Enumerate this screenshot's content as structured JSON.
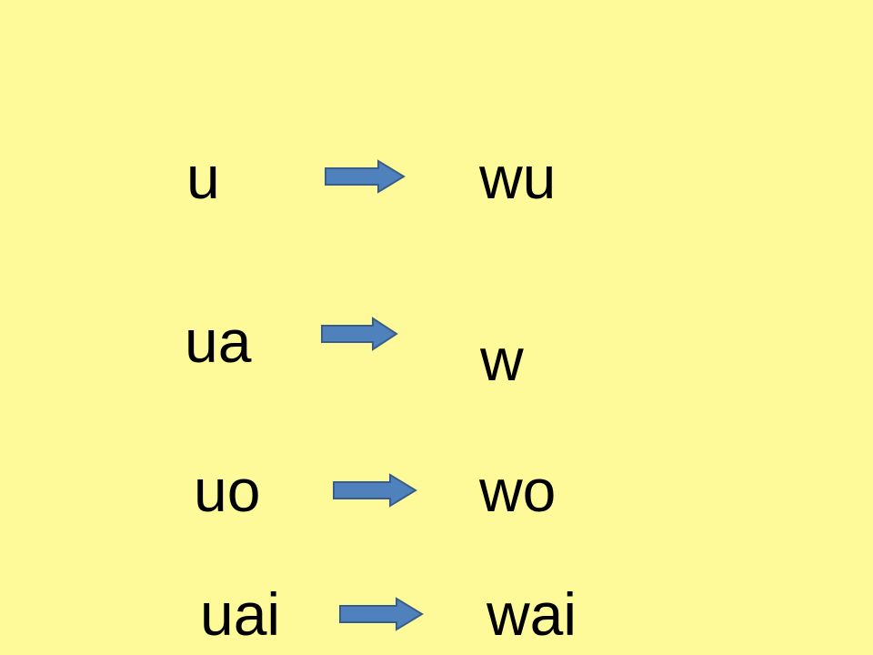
{
  "slide": {
    "background_color": "#FFFA99",
    "text_color": "#000000",
    "arrow_fill": "#4F81BD",
    "arrow_stroke": "#385D8A"
  },
  "rows": [
    {
      "source": "u",
      "target": "wu",
      "arrow_icon": "right-arrow-icon"
    },
    {
      "source": "ua",
      "target": "w",
      "arrow_icon": "right-arrow-icon"
    },
    {
      "source": "uo",
      "target": "wo",
      "arrow_icon": "right-arrow-icon"
    },
    {
      "source": "uai",
      "target": "wai",
      "arrow_icon": "right-arrow-icon"
    }
  ]
}
